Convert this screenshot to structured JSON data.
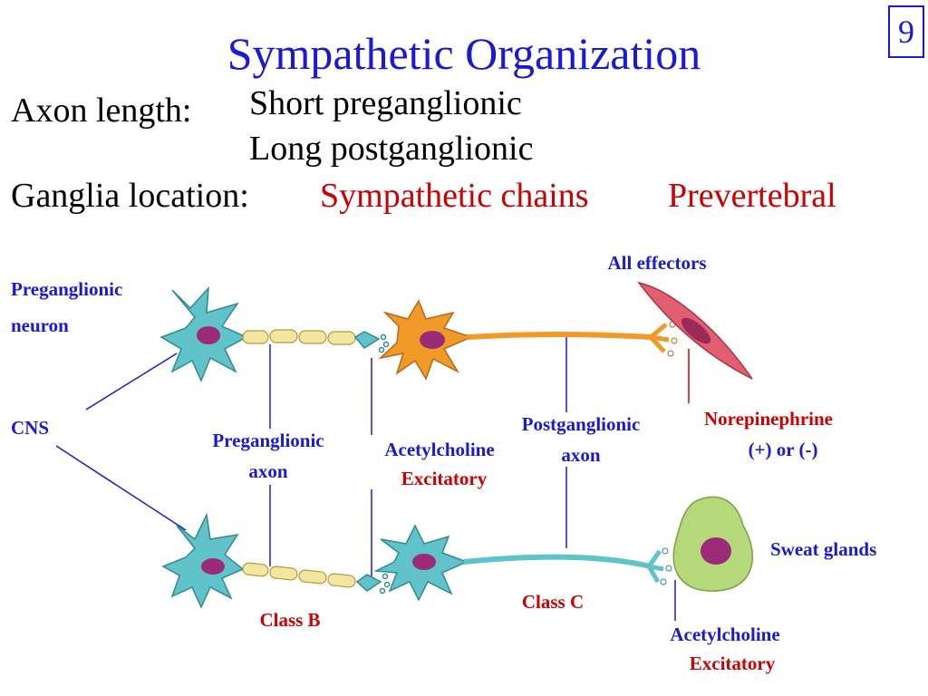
{
  "slide": {
    "number": "9",
    "title": "Sympathetic Organization"
  },
  "axon": {
    "label": "Axon length:",
    "line1": "Short preganglionic",
    "line2": "Long postganglionic"
  },
  "ganglia": {
    "label": "Ganglia location:",
    "loc1": "Sympathetic chains",
    "loc2": "Prevertebral"
  },
  "labels": {
    "preganglionic_neuron_1": "Preganglionic",
    "preganglionic_neuron_2": "neuron",
    "cns": "CNS",
    "preganglionic_axon_1": "Preganglionic",
    "preganglionic_axon_2": "axon",
    "acetylcholine_top": "Acetylcholine",
    "excitatory_top": "Excitatory",
    "postganglionic_axon_1": "Postganglionic",
    "postganglionic_axon_2": "axon",
    "all_effectors": "All effectors",
    "norepinephrine": "Norepinephrine",
    "ne_effect": "(+) or (-)",
    "sweat_glands": "Sweat glands",
    "class_b": "Class B",
    "class_c": "Class C",
    "acetylcholine_bottom": "Acetylcholine",
    "excitatory_bottom": "Excitatory"
  },
  "colors": {
    "title": "#1a1ad6",
    "highlight": "#cc0000",
    "pre_neuron": "#5fc3c9",
    "myelin": "#f2e6a0",
    "post_neuron_top": "#f29a28",
    "post_neuron_bottom": "#5fc3c9",
    "muscle": "#e06070",
    "gland": "#b5d87a",
    "nucleus": "#9b2a78"
  }
}
